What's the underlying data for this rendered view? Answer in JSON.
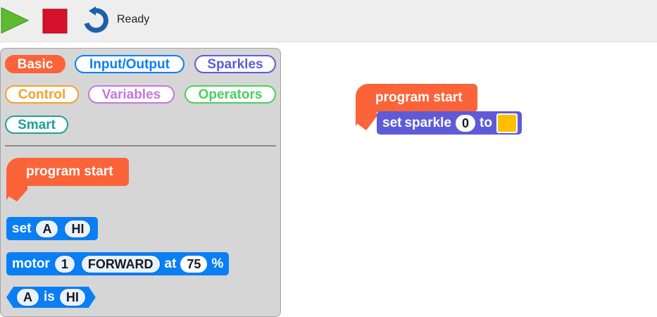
{
  "toolbar": {
    "status": "Ready",
    "colors": {
      "play": "#5dbb2f",
      "stop": "#d7102b",
      "reset": "#1f5fa8"
    }
  },
  "categories": [
    {
      "label": "Basic",
      "color": "#fb6339",
      "selected": true
    },
    {
      "label": "Input/Output",
      "color": "#0a7ff4",
      "selected": false
    },
    {
      "label": "Sparkles",
      "color": "#5f5bd6",
      "selected": false
    },
    {
      "label": "Control",
      "color": "#f6a12c",
      "selected": false
    },
    {
      "label": "Variables",
      "color": "#c973e6",
      "selected": false
    },
    {
      "label": "Operators",
      "color": "#4ccf5e",
      "selected": false
    },
    {
      "label": "Smart",
      "color": "#1f9f97",
      "selected": false
    }
  ],
  "palette_blocks": {
    "program_start": "program start",
    "set": {
      "label": "set",
      "pin": "A",
      "value": "HI"
    },
    "motor": {
      "label": "motor",
      "number": "1",
      "direction": "FORWARD",
      "at": "at",
      "speed": "75",
      "unit": "%"
    },
    "is_check": {
      "pin": "A",
      "is": "is",
      "value": "HI"
    }
  },
  "workspace": {
    "program_start": "program start",
    "set_sparkle": {
      "set": "set",
      "sparkle": "sparkle",
      "index": "0",
      "to": "to",
      "color": "#ffbf00"
    }
  }
}
